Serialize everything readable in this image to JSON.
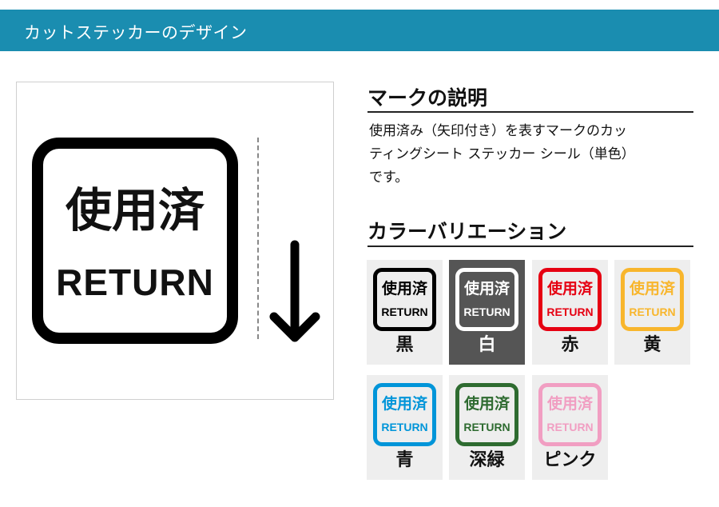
{
  "header": {
    "title": "カットステッカーのデザイン"
  },
  "preview": {
    "kanji": "使用済",
    "return_text": "RETURN",
    "arrow_icon": "down-arrow-icon"
  },
  "mark_section": {
    "title": "マークの説明",
    "description_lines": [
      "使用済み（矢印付き）を表すマークのカッ",
      "ティングシート ステッカー シール（単色）",
      "です。"
    ]
  },
  "variation_section": {
    "title": "カラーバリエーション",
    "swatches": [
      {
        "label": "黒",
        "kanji": "使用済",
        "return_text": "RETURN",
        "color": "#000000",
        "bg": "#eeeeee",
        "label_color": "#111111"
      },
      {
        "label": "白",
        "kanji": "使用済",
        "return_text": "RETURN",
        "color": "#ffffff",
        "bg": "#555555",
        "label_color": "#ffffff"
      },
      {
        "label": "赤",
        "kanji": "使用済",
        "return_text": "RETURN",
        "color": "#e60012",
        "bg": "#eeeeee",
        "label_color": "#111111"
      },
      {
        "label": "黄",
        "kanji": "使用済",
        "return_text": "RETURN",
        "color": "#f8b62d",
        "bg": "#eeeeee",
        "label_color": "#111111"
      },
      {
        "label": "青",
        "kanji": "使用済",
        "return_text": "RETURN",
        "color": "#0095d9",
        "bg": "#eeeeee",
        "label_color": "#111111"
      },
      {
        "label": "深緑",
        "kanji": "使用済",
        "return_text": "RETURN",
        "color": "#2e6b30",
        "bg": "#eeeeee",
        "label_color": "#111111"
      },
      {
        "label": "ピンク",
        "kanji": "使用済",
        "return_text": "RETURN",
        "color": "#f19ec2",
        "bg": "#eeeeee",
        "label_color": "#111111"
      }
    ]
  },
  "colors": {
    "header_bg": "#1a8db0",
    "header_text": "#ffffff"
  }
}
